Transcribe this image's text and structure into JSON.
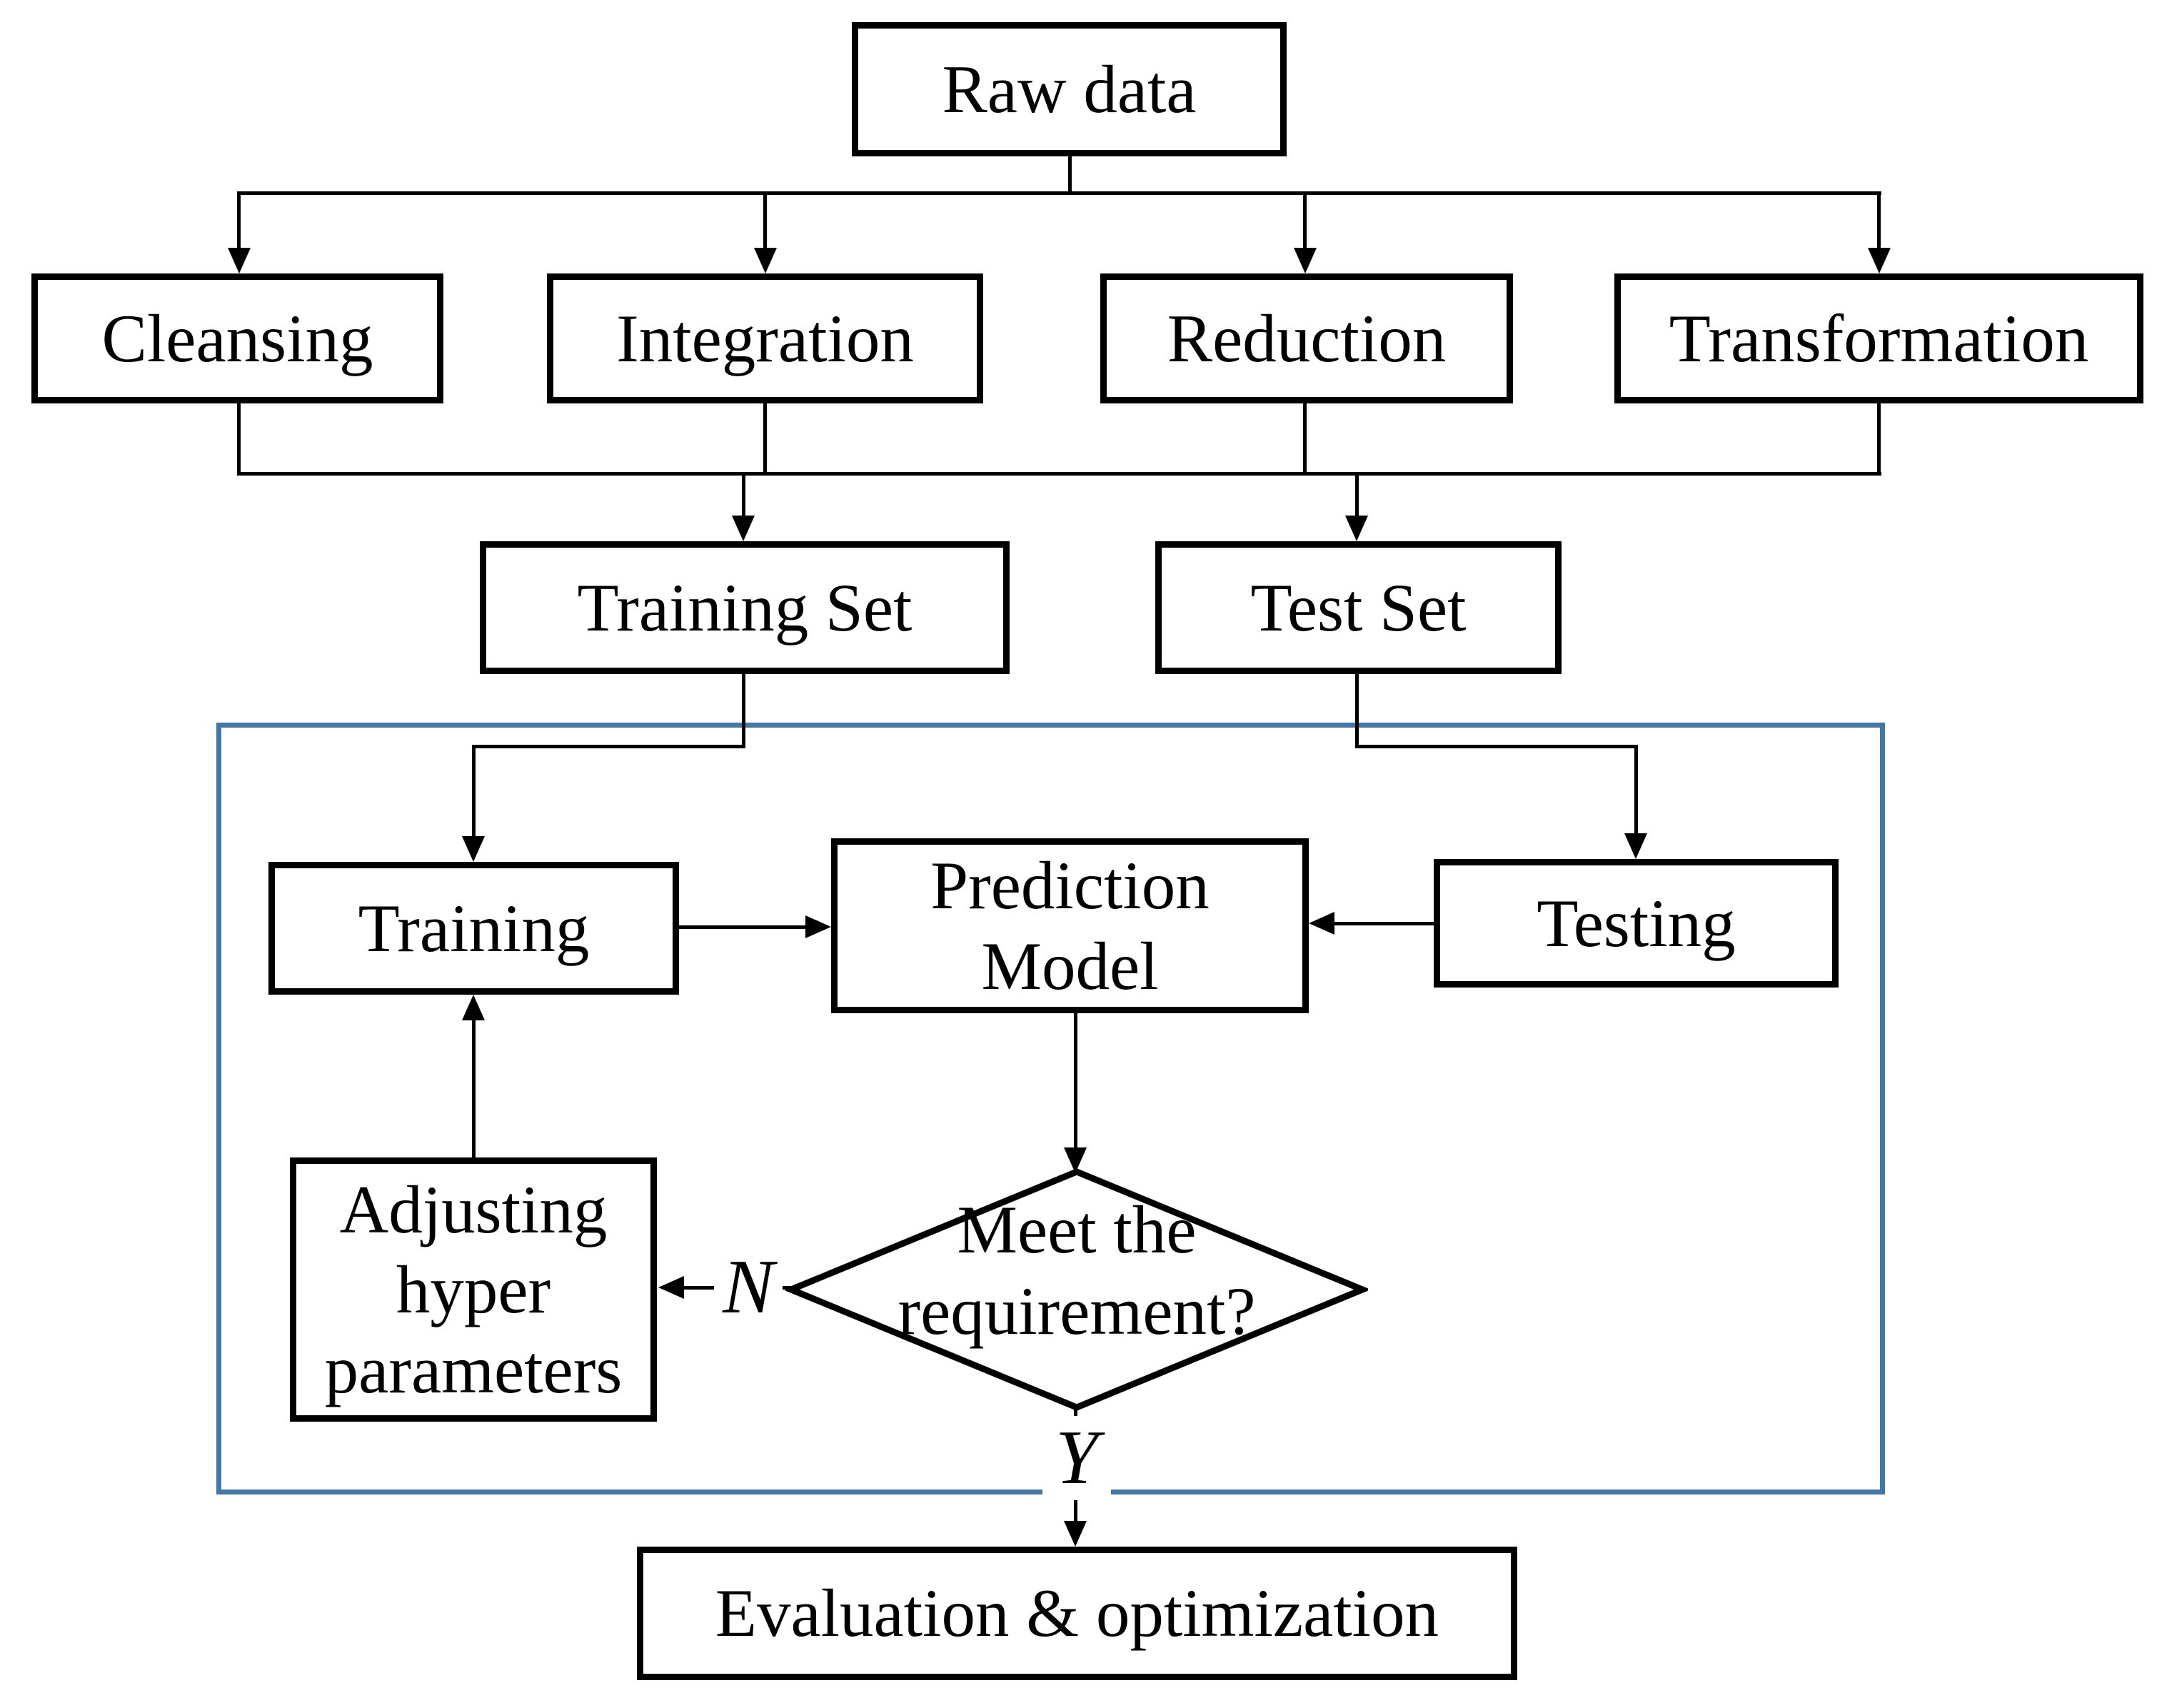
{
  "diagram": {
    "title": "Data processing and modeling flowchart",
    "nodes": {
      "raw_data": {
        "label": "Raw data"
      },
      "cleansing": {
        "label": "Cleansing"
      },
      "integration": {
        "label": "Integration"
      },
      "reduction": {
        "label": "Reduction"
      },
      "transformation": {
        "label": "Transformation"
      },
      "training_set": {
        "label": "Training Set"
      },
      "test_set": {
        "label": "Test Set"
      },
      "training": {
        "label": "Training"
      },
      "prediction_model": {
        "label": "Prediction Model"
      },
      "testing": {
        "label": "Testing"
      },
      "adjusting_hyper_parameters": {
        "label": "Adjusting hyper parameters"
      },
      "decision": {
        "label": "Meet the requirement?"
      },
      "evaluation": {
        "label": "Evaluation & optimization"
      }
    },
    "edge_labels": {
      "no": "N",
      "yes": "Y"
    },
    "colors": {
      "stroke": "#000000",
      "loop_boundary": "#4377a7",
      "node_fill": "#ffffff",
      "background": "#ffffff"
    }
  }
}
